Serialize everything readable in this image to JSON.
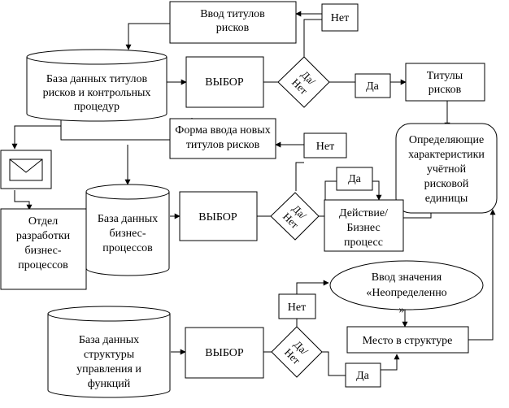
{
  "nodes": {
    "input_titles": [
      "Ввод титулов",
      "рисков"
    ],
    "no_1": "Нет",
    "db_titles": [
      "База данных титулов",
      "рисков и контрольных",
      "процедур"
    ],
    "choice_1": "ВЫБОР",
    "yes_no_1": [
      "Да/",
      "Нет"
    ],
    "yes_1": "Да",
    "titles": [
      "Титулы",
      "рисков"
    ],
    "form_new": [
      "Форма ввода новых",
      "титулов рисков"
    ],
    "no_2": "Нет",
    "defining": [
      "Определяющие",
      "характеристики",
      "учётной",
      "рисковой",
      "единицы"
    ],
    "dept": [
      "Отдел",
      "разработки",
      "бизнес-",
      "процессов"
    ],
    "db_bp": [
      "База данных",
      "бизнес-",
      "процессов"
    ],
    "choice_2": "ВЫБОР",
    "yes_no_2": [
      "Да/",
      "Нет"
    ],
    "yes_2": "Да",
    "action": [
      "Действие/",
      "Бизнес",
      "процесс"
    ],
    "input_undef": [
      "Ввод значения",
      "«Неопределенно"
    ],
    "undef_tail": "»",
    "no_3": "Нет",
    "db_struct": [
      "База данных",
      "структуры",
      "управления и",
      "функций"
    ],
    "choice_3": "ВЫБОР",
    "yes_no_3": [
      "Да/",
      "Нет"
    ],
    "place": "Место в структуре",
    "yes_3": "Да"
  },
  "icons": {
    "envelope": "envelope-icon"
  }
}
